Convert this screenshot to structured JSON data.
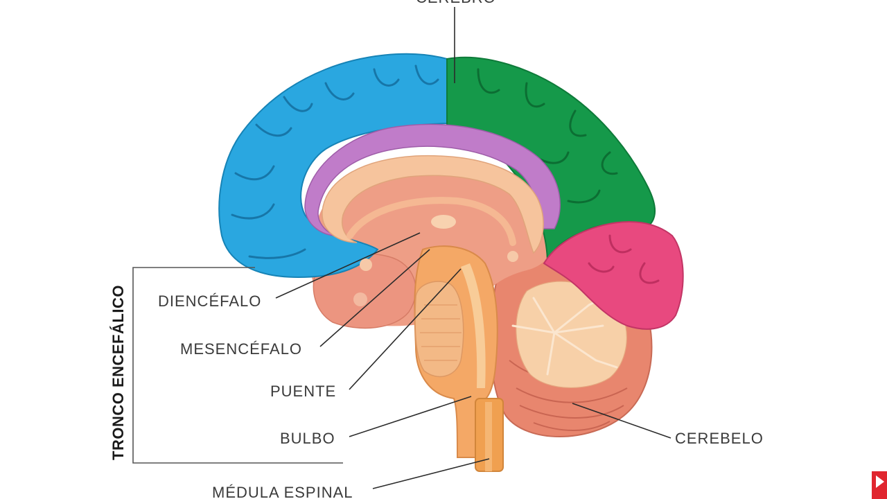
{
  "labels": {
    "cerebro": "CEREBRO",
    "diencefalo": "DIENCÉFALO",
    "mesencefalo": "MESENCÉFALO",
    "puente": "PUENTE",
    "bulbo": "BULBO",
    "medula": "MÉDULA ESPINAL",
    "cerebelo": "CEREBELO",
    "tronco": "TRONCO ENCEFÁLICO"
  },
  "colors": {
    "frontal_lobe": "#2aa7e0",
    "parietal_lobe": "#15994a",
    "occipital_lobe": "#e8497f",
    "limbic": "#c07cc9",
    "corpus_callosum": "#f6c49d",
    "deep_tissue": "#ee9e86",
    "brainstem": "#f4a866",
    "spinal_cord": "#f0a050",
    "cerebellum": "#e8866e",
    "arbor_vitae": "#f7d0a8"
  },
  "badge_icon": "play-icon"
}
